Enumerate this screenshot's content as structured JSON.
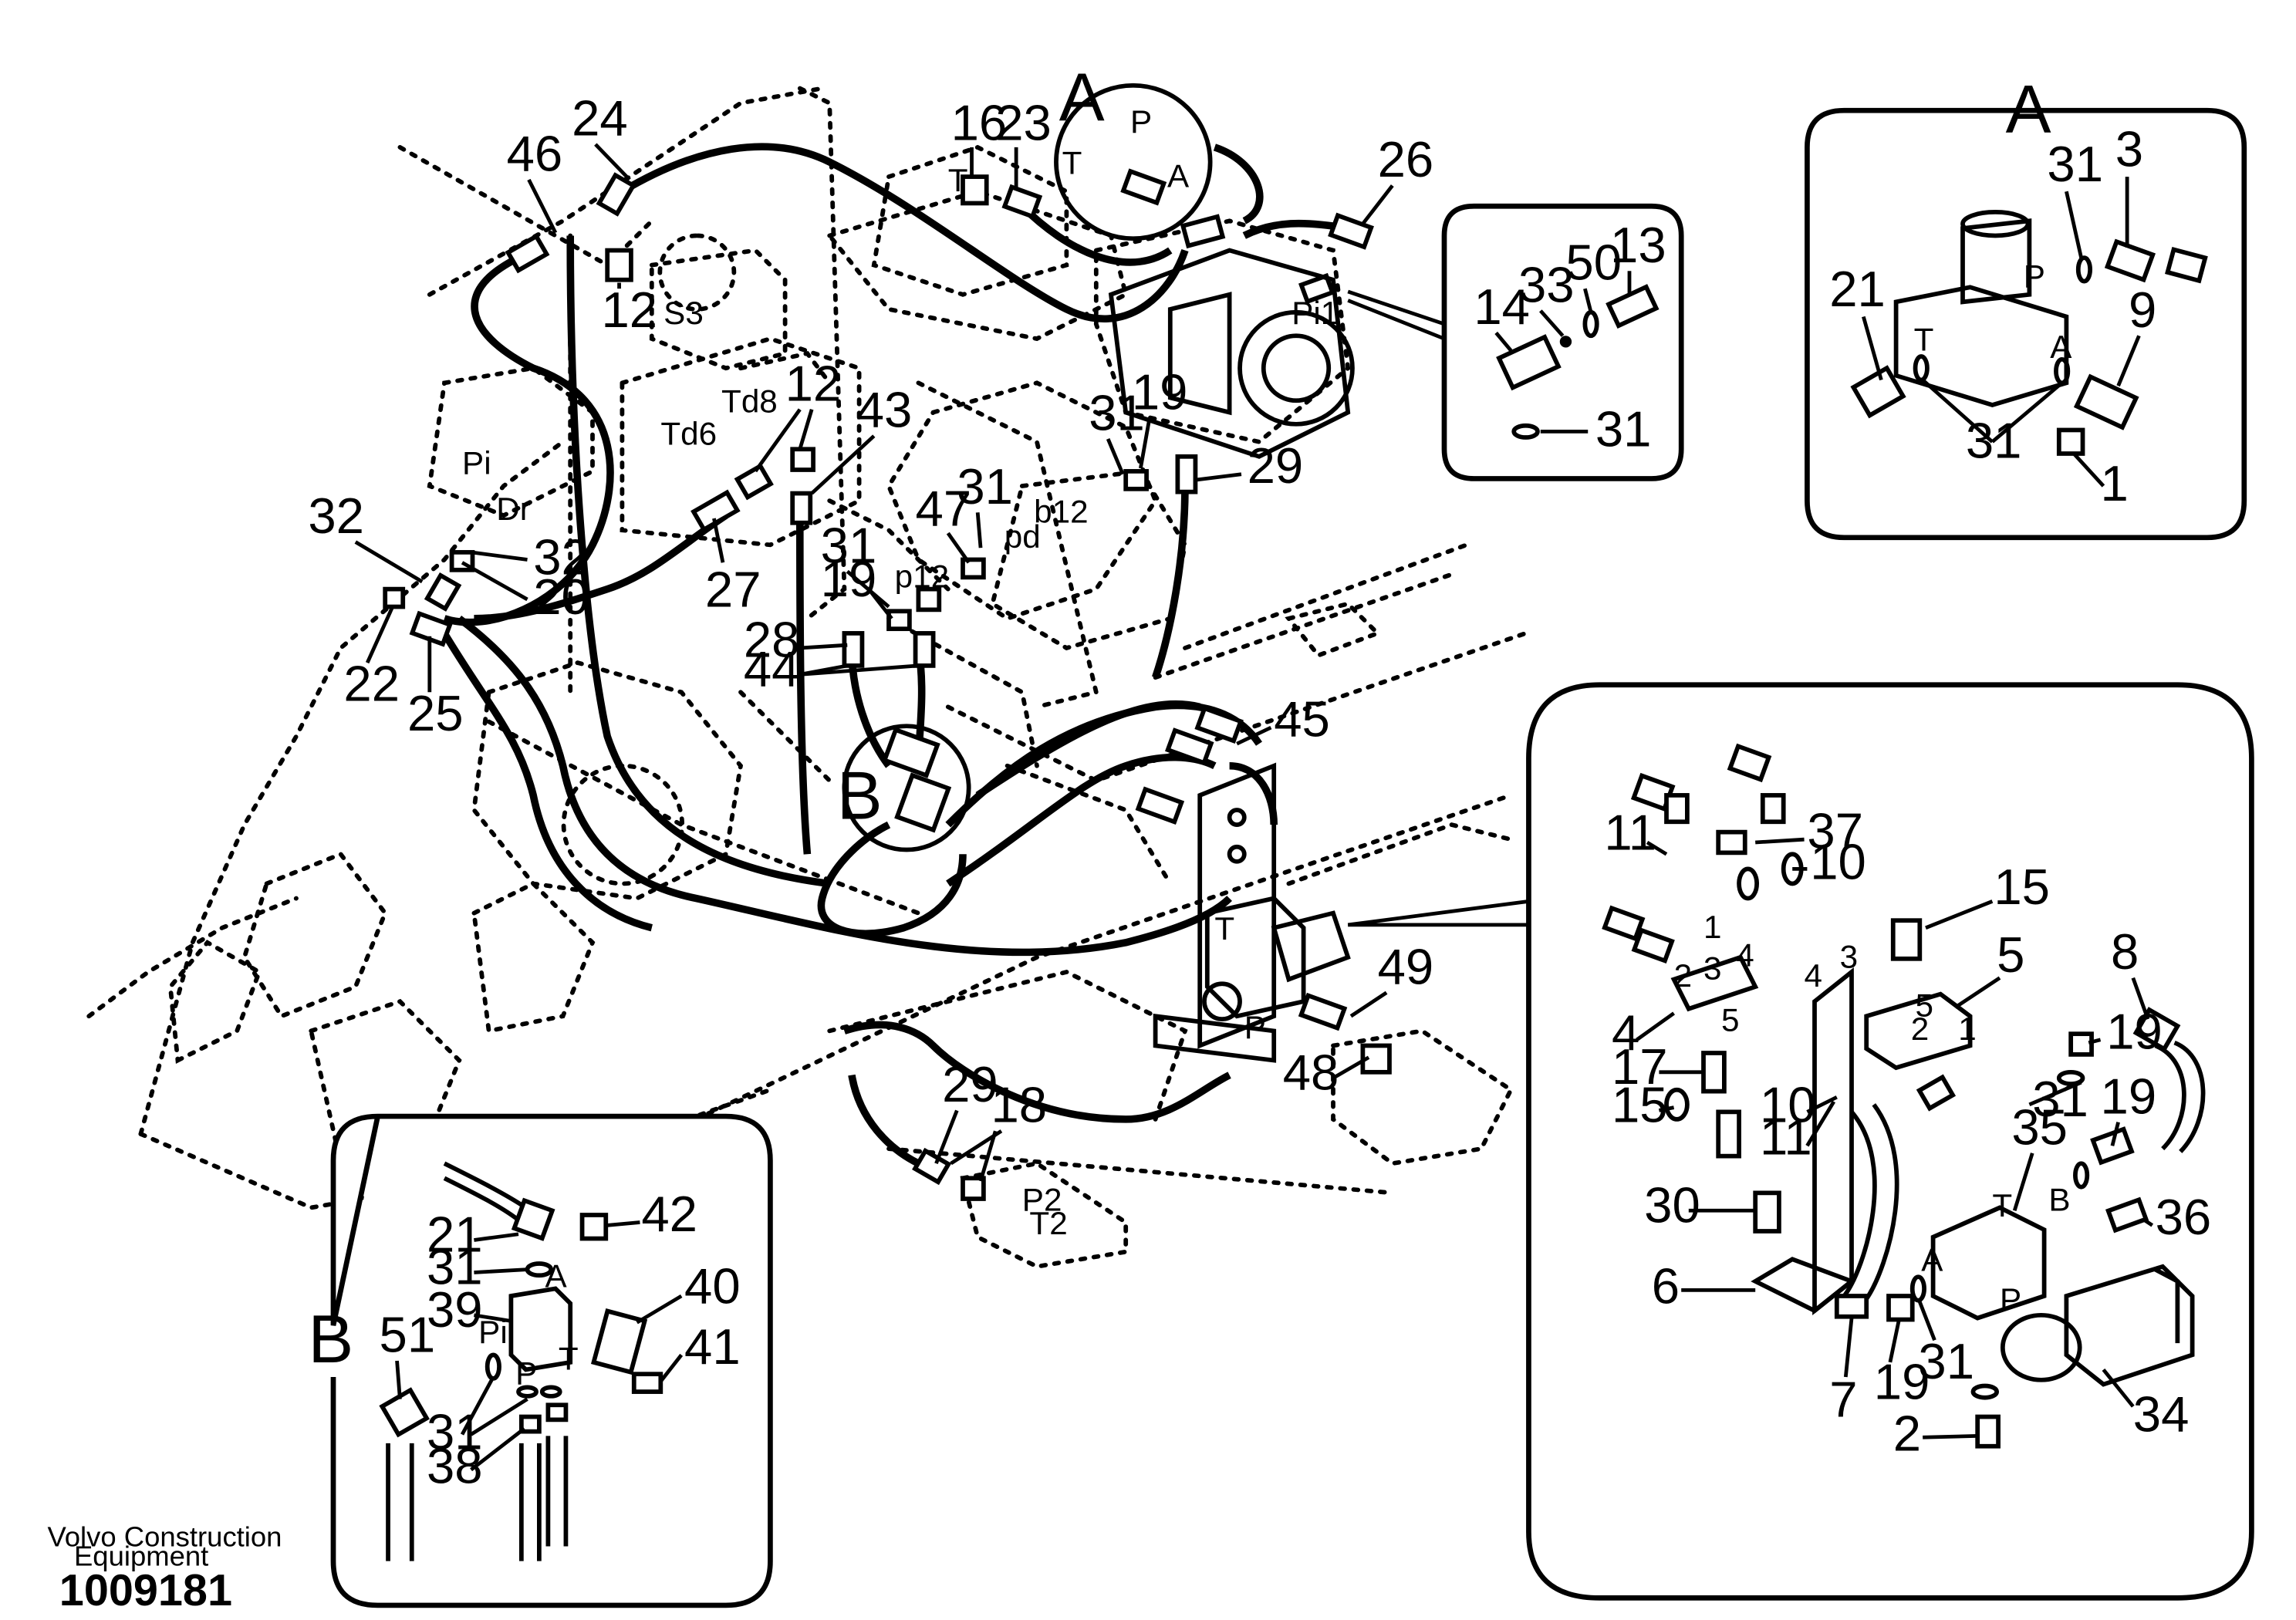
{
  "insets": {
    "A": {
      "title": "A"
    },
    "B": {
      "title": "B"
    }
  },
  "port_labels": [
    "P",
    "T",
    "A",
    "Pi",
    "Pi1",
    "S3",
    "Td8",
    "Td6",
    "Dr",
    "b12",
    "pd",
    "p12",
    "P2",
    "T2",
    "B",
    "1",
    "2",
    "3",
    "4",
    "5"
  ],
  "callouts": {
    "main": [
      "46",
      "24",
      "12",
      "16",
      "23",
      "A",
      "26",
      "12",
      "43",
      "31",
      "19",
      "29",
      "32",
      "32",
      "20",
      "27",
      "47",
      "31",
      "31",
      "19",
      "22",
      "25",
      "28",
      "44",
      "45",
      "B",
      "49",
      "48",
      "29",
      "18"
    ],
    "detail_14": [
      "14",
      "33",
      "50",
      "13",
      "31"
    ],
    "inset_a": [
      "31",
      "3",
      "21",
      "9",
      "31",
      "1"
    ],
    "inset_b": [
      "42",
      "21",
      "31",
      "39",
      "40",
      "51",
      "41",
      "31",
      "38"
    ],
    "inset_valve": [
      "37",
      "11",
      "10",
      "15",
      "5",
      "8",
      "4",
      "19",
      "17",
      "15",
      "31",
      "19",
      "10",
      "11",
      "35",
      "30",
      "36",
      "6",
      "7",
      "19",
      "31",
      "34",
      "2"
    ]
  },
  "footer": {
    "brand_line1": "Volvo Construction",
    "brand_line2": "Equipment",
    "doc_number": "1009181"
  }
}
